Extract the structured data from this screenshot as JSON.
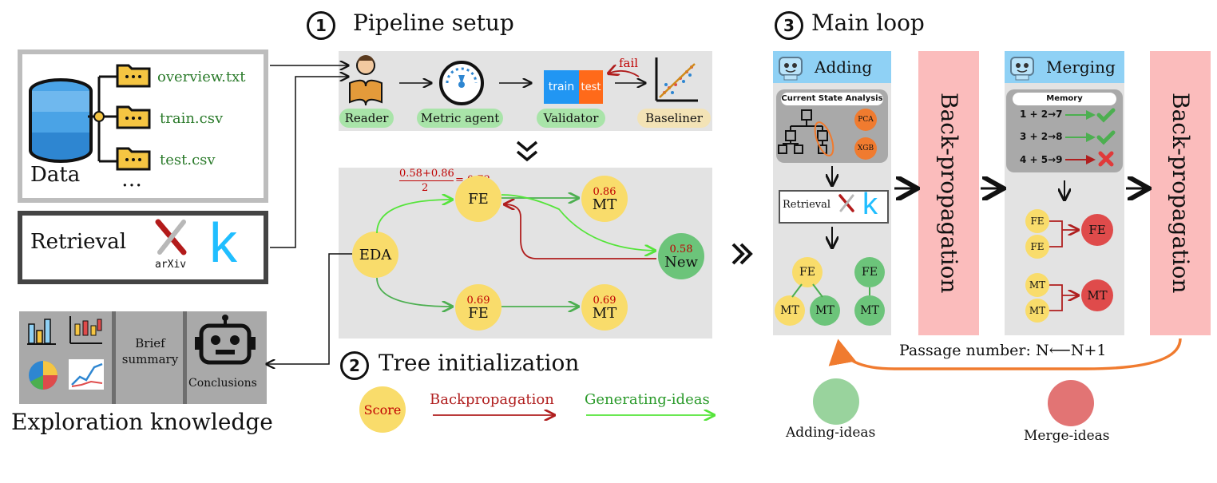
{
  "steps": {
    "setup": {
      "num": "1",
      "title": "Pipeline setup"
    },
    "tree": {
      "num": "2",
      "title": "Tree initialization"
    },
    "loop": {
      "num": "3",
      "title": "Main loop"
    }
  },
  "data_box": {
    "files": [
      "overview.txt",
      "train.csv",
      "test.csv"
    ],
    "label": "Data",
    "more": "…"
  },
  "retrieval_box": {
    "label": "Retrieval",
    "arxiv": "arXiv",
    "kaggle": "k"
  },
  "exploration": {
    "summary": "Brief summary",
    "conclusions": "Conclusions",
    "label": "Exploration knowledge"
  },
  "pipeline": {
    "agents": [
      "Reader",
      "Metric agent",
      "Validator",
      "Baseliner"
    ],
    "train": "train",
    "test": "test",
    "fail": "fail"
  },
  "tree_panel": {
    "formula_num": "0.58+0.86",
    "formula_den": "2",
    "formula_eq": "= 0.72",
    "nodes": {
      "eda": "EDA",
      "fe_top": "FE",
      "mt_top": "MT",
      "mt_top_score": "0.86",
      "new": "New",
      "new_score": "0.58",
      "fe_bottom": "FE",
      "fe_bottom_score": "0.69",
      "mt_bottom": "MT",
      "mt_bottom_score": "0.69"
    }
  },
  "legend": {
    "score": "Score",
    "backprop": "Backpropagation",
    "generating": "Generating-ideas",
    "adding": "Adding-ideas",
    "merge": "Merge-ideas"
  },
  "main_loop": {
    "adding_title": "Adding",
    "merging_title": "Merging",
    "analysis_title": "Current State Analysis",
    "pca": "PCA",
    "xgb": "XGB",
    "retrieval": "Retrieval",
    "backprop_label": "Back-propagation",
    "memory_title": "Memory",
    "memory_rows": [
      "1 + 2→7",
      "3 + 2→8",
      "4 + 5→9"
    ],
    "adding_nodes": [
      "FE",
      "MT",
      "MT",
      "FE",
      "MT"
    ],
    "merge_inputs": [
      "FE",
      "FE",
      "MT",
      "MT"
    ],
    "merge_outputs": [
      "FE",
      "MT"
    ],
    "passage": "Passage number: N⟵N+1"
  },
  "colors": {
    "panel_gray": "#e3e3e3",
    "dark_gray": "#a9a9a9",
    "header_blue": "#8fd1f5",
    "backprop_pink": "#fbbcbc",
    "yellow_node": "#f9dc6b",
    "green_node": "#6cc47a",
    "red_node": "#df4b4b",
    "arrow_red": "#b01e1e",
    "arrow_green": "#4caf50",
    "arrow_lightgreen": "#55e43a",
    "loop_orange": "#f07b2f",
    "file_text_green": "#2a7a2a"
  }
}
